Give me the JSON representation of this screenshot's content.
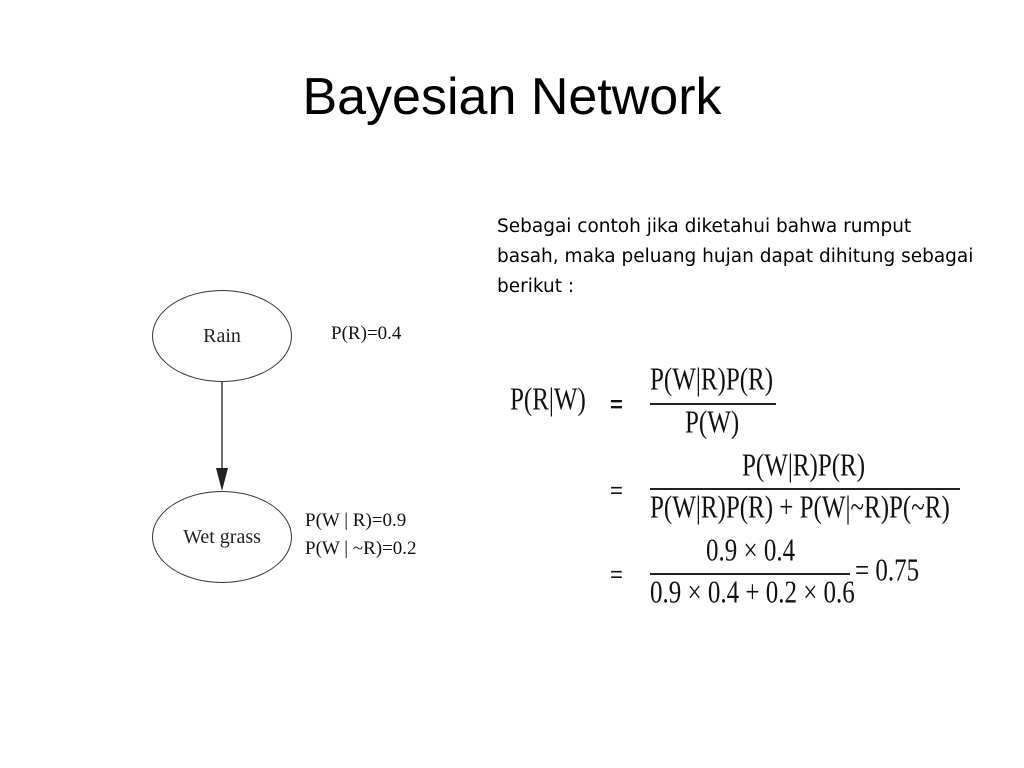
{
  "slide": {
    "title": "Bayesian Network",
    "description": "Sebagai contoh jika diketahui bahwa rumput basah, maka peluang hujan dapat dihitung sebagai berikut :"
  },
  "diagram": {
    "nodes": [
      {
        "id": "rain",
        "label": "Rain"
      },
      {
        "id": "wet",
        "label": "Wet grass"
      }
    ],
    "edges": [
      {
        "from": "rain",
        "to": "wet"
      }
    ],
    "probabilities": {
      "rain": "P(R)=0.4",
      "wet_given_rain": "P(W | R)=0.9",
      "wet_given_not_rain": "P(W | ~R)=0.2"
    }
  },
  "formula": {
    "lhs": "P(R|W)",
    "eq1": "=",
    "eq2": "=",
    "eq3": "=",
    "line1_num": "P(W|R)P(R)",
    "line1_den": "P(W)",
    "line2_num": "P(W|R)P(R)",
    "line2_den": "P(W|R)P(R) + P(W|~R)P(~R)",
    "line3_num": "0.9 × 0.4",
    "line3_den": "0.9 × 0.4 + 0.2 × 0.6",
    "result": "= 0.75"
  }
}
